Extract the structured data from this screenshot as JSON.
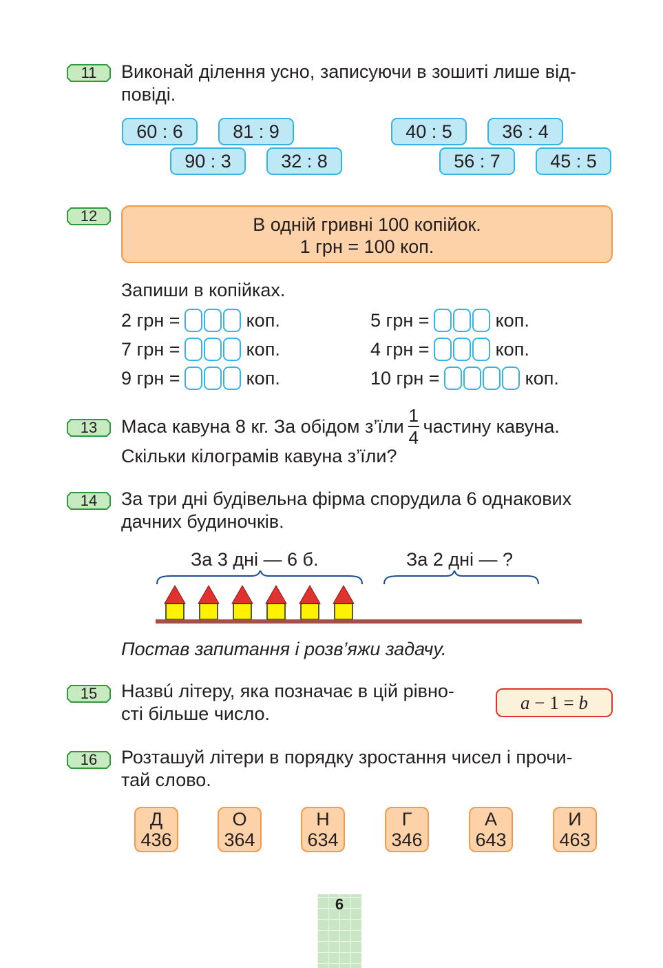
{
  "task11": {
    "number": "11",
    "text_line1": "Виконай ділення усно, записуючи в зошиті лише від-",
    "text_line2": "повіді.",
    "expressions": [
      "60 : 6",
      "81 : 9",
      "90 : 3",
      "32 : 8",
      "40 : 5",
      "36 : 4",
      "56 : 7",
      "45 : 5"
    ]
  },
  "task12": {
    "number": "12",
    "info_line1": "В одній гривні 100 копійок.",
    "info_line2": "1 грн = 100 коп.",
    "prompt": "Запиши в копійках.",
    "unit": "коп.",
    "items": [
      {
        "left": "2 грн =",
        "cells": 3
      },
      {
        "left": "7 грн =",
        "cells": 3
      },
      {
        "left": "9 грн =",
        "cells": 3
      },
      {
        "left": "5 грн =",
        "cells": 3
      },
      {
        "left": "4 грн =",
        "cells": 3
      },
      {
        "left": "10 грн =",
        "cells": 4
      }
    ]
  },
  "task13": {
    "number": "13",
    "text_before": "Маса кавуна 8 кг. За обідом з’їли",
    "fraction_num": "1",
    "fraction_den": "4",
    "text_after": "частину кавуна.",
    "text_line2": "Скільки кілограмів кавуна з’їли?"
  },
  "task14": {
    "number": "14",
    "text_line1": "За три дні будівельна фірма спорудила 6 однакових",
    "text_line2": "дачних будиночків.",
    "label_left": "За 3 дні — 6 б.",
    "label_right": "За 2 дні — ?",
    "houses": 6,
    "instruction": "Постав запитання і розв’яжи задачу.",
    "colors": {
      "roof": "#e0332f",
      "wall": "#fff200",
      "ground": "#a0524a"
    }
  },
  "task15": {
    "number": "15",
    "text_line1": "Назвú літеру, яка позначає в цій рівно-",
    "text_line2": "сті більше число.",
    "eq_a": "a",
    "eq_mid": " − 1 = ",
    "eq_b": "b"
  },
  "task16": {
    "number": "16",
    "text_line1": "Розташуй літери в порядку зростання чисел і прочи-",
    "text_line2": "тай слово.",
    "cards": [
      {
        "letter": "Д",
        "number": "436"
      },
      {
        "letter": "О",
        "number": "364"
      },
      {
        "letter": "Н",
        "number": "634"
      },
      {
        "letter": "Г",
        "number": "346"
      },
      {
        "letter": "А",
        "number": "643"
      },
      {
        "letter": "И",
        "number": "463"
      }
    ]
  },
  "page_number": "6"
}
